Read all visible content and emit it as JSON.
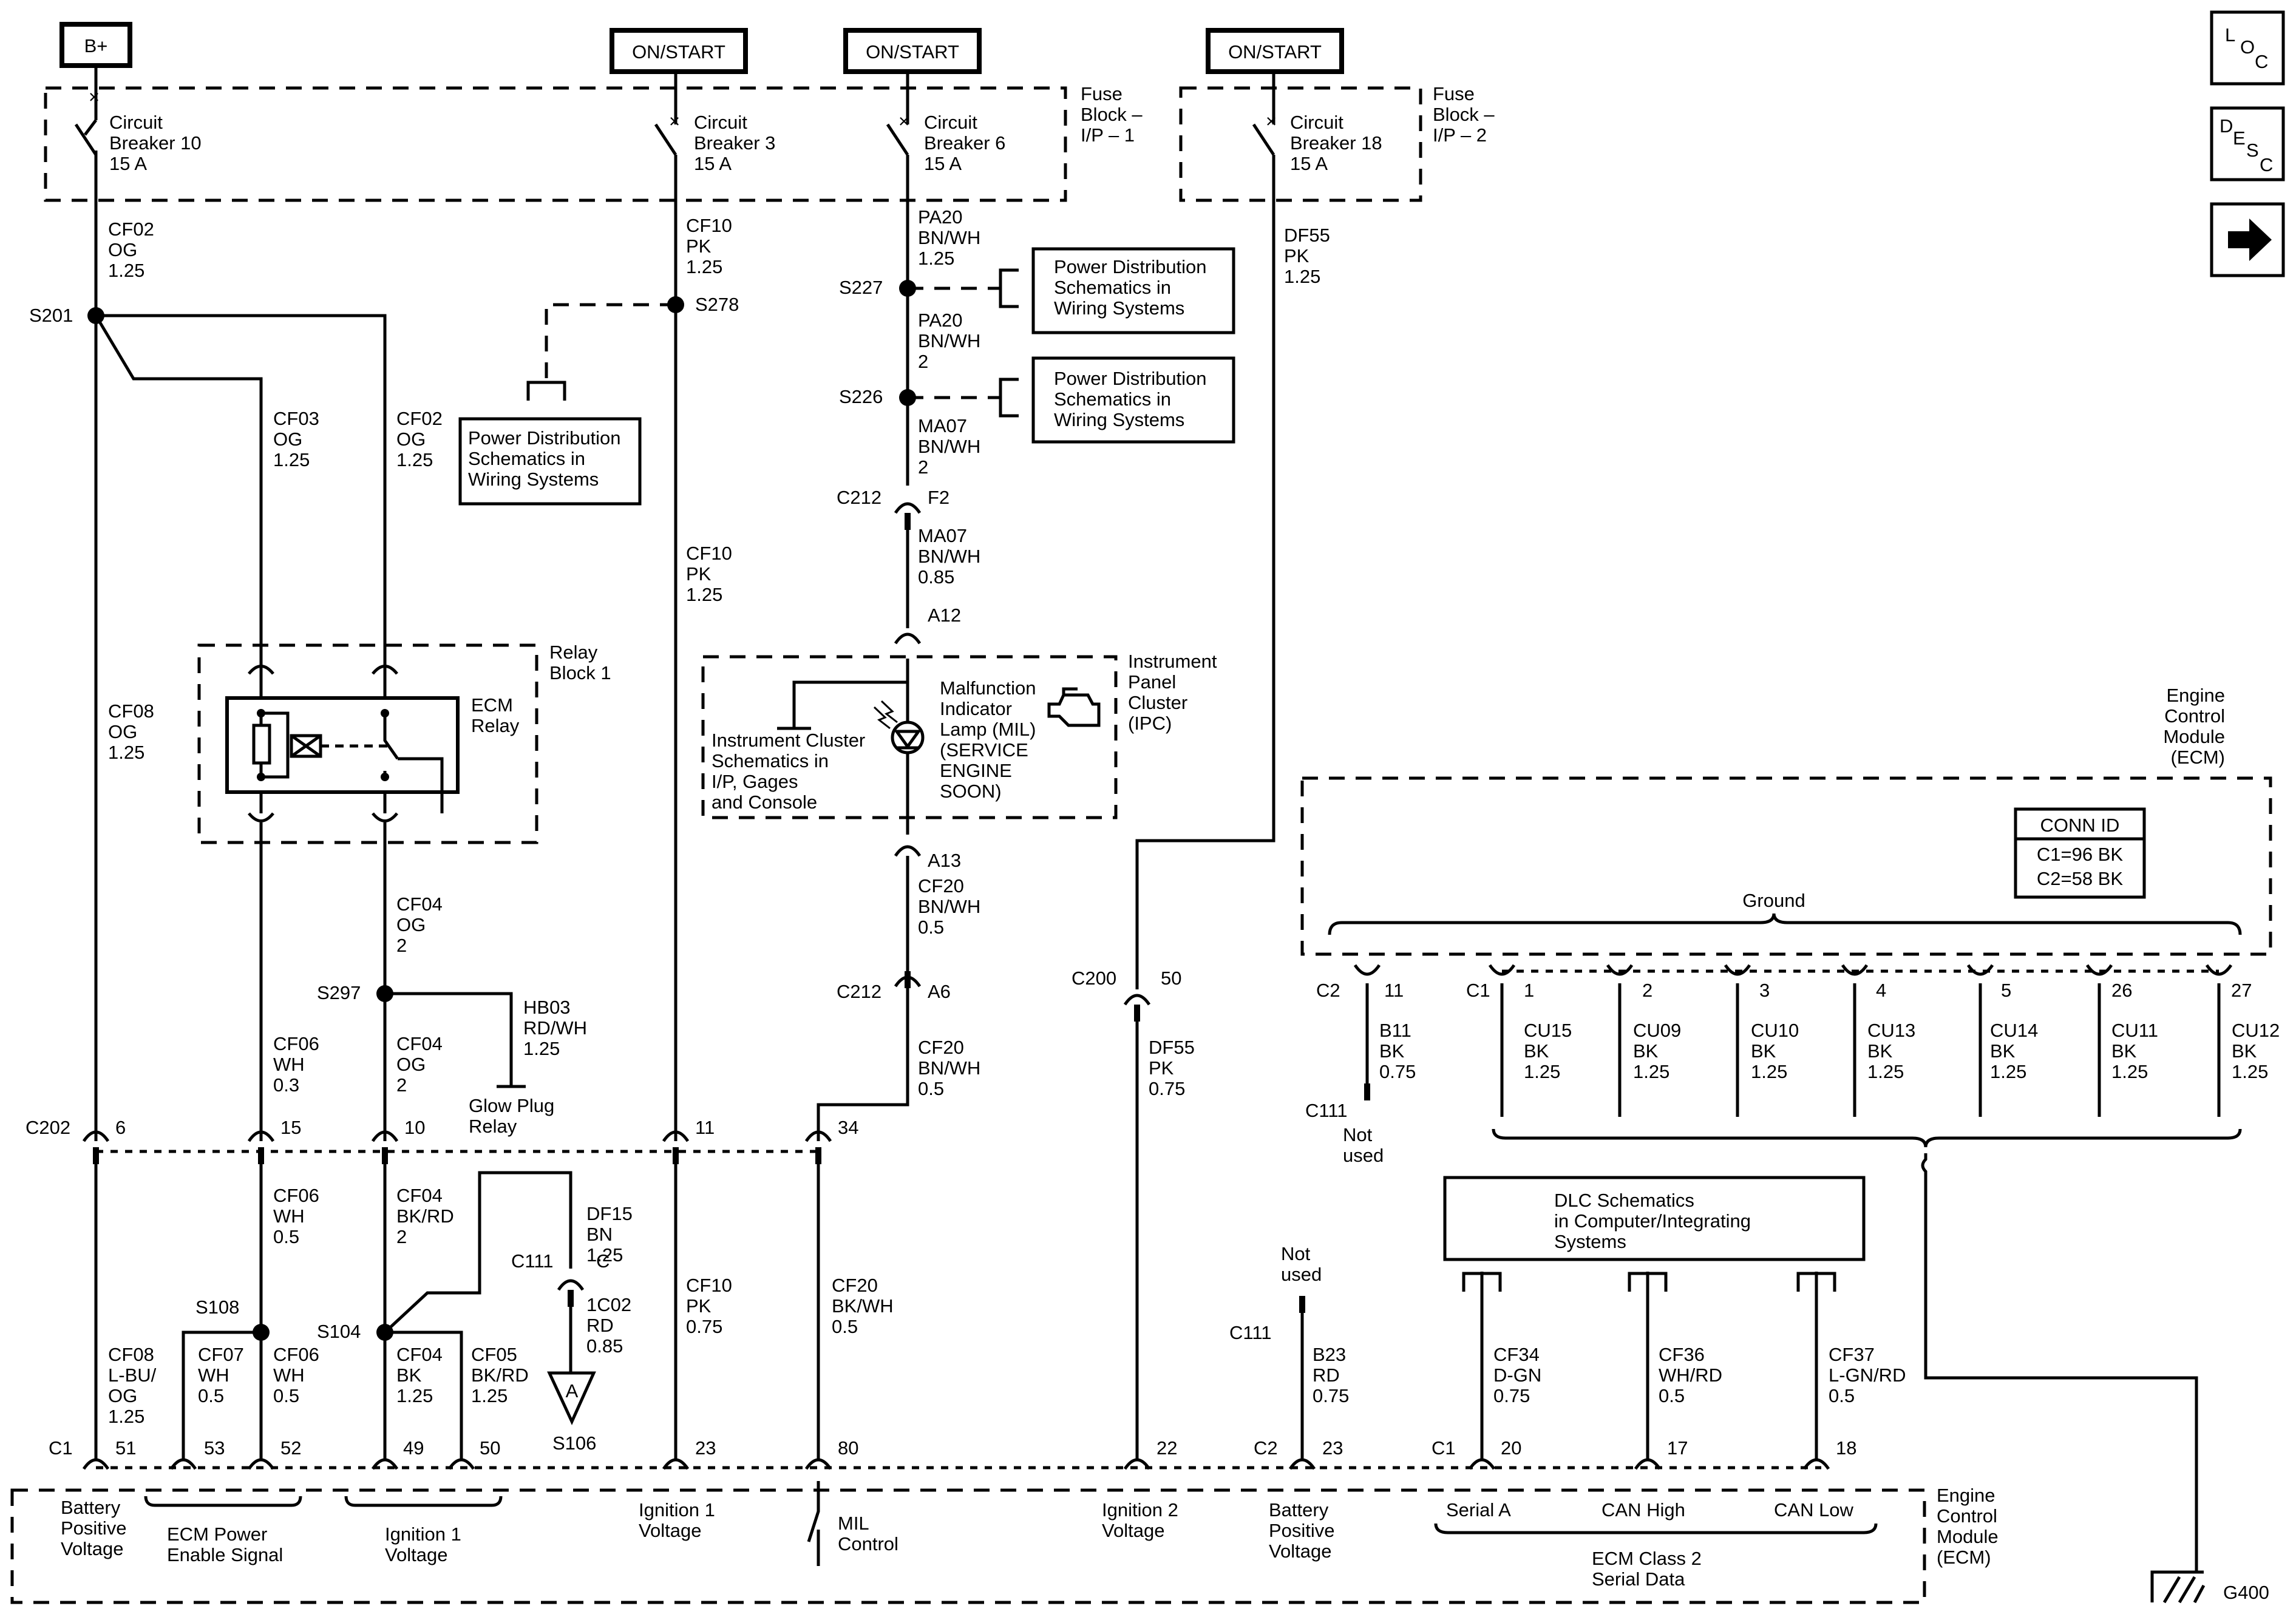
{
  "supply_badges": {
    "b_plus": "B+",
    "on_start_1": "ON/START",
    "on_start_2": "ON/START",
    "on_start_3": "ON/START"
  },
  "nav": {
    "loc_l": "L",
    "loc_o": "O",
    "loc_c": "C",
    "desc_d": "D",
    "desc_e": "E",
    "desc_s": "S",
    "desc_c": "C",
    "next_icon": "arrow-right-icon"
  },
  "fuse_blocks": {
    "ip1": [
      "Fuse",
      "Block –",
      "I/P – 1"
    ],
    "ip2": [
      "Fuse",
      "Block –",
      "I/P – 2"
    ]
  },
  "breakers": {
    "cb10": [
      "Circuit",
      "Breaker 10",
      "15 A"
    ],
    "cb3": [
      "Circuit",
      "Breaker 3",
      "15 A"
    ],
    "cb6": [
      "Circuit",
      "Breaker 6",
      "15 A"
    ],
    "cb18": [
      "Circuit",
      "Breaker 18",
      "15 A"
    ]
  },
  "wires": {
    "cf02_a": [
      "CF02",
      "OG",
      "1.25"
    ],
    "cf03": [
      "CF03",
      "OG",
      "1.25"
    ],
    "cf02_b": [
      "CF02",
      "OG",
      "1.25"
    ],
    "cf08_a": [
      "CF08",
      "OG",
      "1.25"
    ],
    "cf10_a": [
      "CF10",
      "PK",
      "1.25"
    ],
    "cf10_b": [
      "CF10",
      "PK",
      "1.25"
    ],
    "pa20_a": [
      "PA20",
      "BN/WH",
      "1.25"
    ],
    "pa20_b": [
      "PA20",
      "BN/WH",
      "2"
    ],
    "ma07_a": [
      "MA07",
      "BN/WH",
      "2"
    ],
    "ma07_b": [
      "MA07",
      "BN/WH",
      "0.85"
    ],
    "df55_a": [
      "DF55",
      "PK",
      "1.25"
    ],
    "cf04_a": [
      "CF04",
      "OG",
      "2"
    ],
    "cf06_a": [
      "CF06",
      "WH",
      "0.3"
    ],
    "cf04_b": [
      "CF04",
      "OG",
      "2"
    ],
    "hb03": [
      "HB03",
      "RD/WH",
      "1.25"
    ],
    "cf20_a": [
      "CF20",
      "BN/WH",
      "0.5"
    ],
    "cf20_b": [
      "CF20",
      "BN/WH",
      "0.5"
    ],
    "df55_b": [
      "DF55",
      "PK",
      "0.75"
    ],
    "b11": [
      "B11",
      "BK",
      "0.75"
    ],
    "cu15": [
      "CU15",
      "BK",
      "1.25"
    ],
    "cu09": [
      "CU09",
      "BK",
      "1.25"
    ],
    "cu10": [
      "CU10",
      "BK",
      "1.25"
    ],
    "cu13": [
      "CU13",
      "BK",
      "1.25"
    ],
    "cu14": [
      "CU14",
      "BK",
      "1.25"
    ],
    "cu11": [
      "CU11",
      "BK",
      "1.25"
    ],
    "cu12": [
      "CU12",
      "BK",
      "1.25"
    ],
    "cf06_b": [
      "CF06",
      "WH",
      "0.5"
    ],
    "cf04_c": [
      "CF04",
      "BK/RD",
      "2"
    ],
    "df15": [
      "DF15",
      "BN",
      "1.25"
    ],
    "c02_1": [
      "1C02",
      "RD",
      "0.85"
    ],
    "cf10_c": [
      "CF10",
      "PK",
      "0.75"
    ],
    "cf20_c": [
      "CF20",
      "BK/WH",
      "0.5"
    ],
    "cf08_b": [
      "CF08",
      "L-BU/",
      "OG",
      "1.25"
    ],
    "cf07": [
      "CF07",
      "WH",
      "0.5"
    ],
    "cf06_c": [
      "CF06",
      "WH",
      "0.5"
    ],
    "cf04_d": [
      "CF04",
      "BK",
      "1.25"
    ],
    "cf05": [
      "CF05",
      "BK/RD",
      "1.25"
    ],
    "b23": [
      "B23",
      "RD",
      "0.75"
    ],
    "cf34": [
      "CF34",
      "D-GN",
      "0.75"
    ],
    "cf36": [
      "CF36",
      "WH/RD",
      "0.5"
    ],
    "cf37": [
      "CF37",
      "L-GN/RD",
      "0.5"
    ]
  },
  "splices": {
    "s201": "S201",
    "s278": "S278",
    "s227": "S227",
    "s226": "S226",
    "s297": "S297",
    "s108": "S108",
    "s104": "S104",
    "s106": "S106"
  },
  "connectors": {
    "c212_f2": "C212",
    "f2": "F2",
    "a12": "A12",
    "a13": "A13",
    "c212_a6": "C212",
    "a6": "A6",
    "c200": "C200",
    "c200_pin": "50",
    "c202": "C202",
    "c202_pins": [
      "6",
      "15",
      "10",
      "11",
      "34"
    ],
    "c111_c": "C111",
    "c111_c_pin": "C",
    "c2_top": "C2",
    "c2_top_pin": "11",
    "c111_top": "C111",
    "c1_top": "C1",
    "c1_top_pins": [
      "1",
      "2",
      "3",
      "4",
      "5",
      "26",
      "27"
    ],
    "c111_bot": "C111",
    "c1_bot": "C1",
    "c1_bot_pins": [
      "51",
      "53",
      "52",
      "49",
      "50",
      "23",
      "80",
      "22"
    ],
    "c2_bot": "C2",
    "c2_bot_pin": "23",
    "c1_bot2": "C1",
    "c1_bot2_pins": [
      "20",
      "17",
      "18"
    ],
    "ref_a": "A"
  },
  "refs": {
    "power_dist_1": [
      "Power Distribution",
      "Schematics in",
      "Wiring Systems"
    ],
    "power_dist_2": [
      "Power Distribution",
      "Schematics in",
      "Wiring Systems"
    ],
    "power_dist_3": [
      "Power Distribution",
      "Schematics in",
      "Wiring Systems"
    ],
    "dlc": [
      "DLC Schematics",
      "in Computer/Integrating",
      "Systems"
    ],
    "inst_cluster": [
      "Instrument Cluster",
      "Schematics in",
      "I/P, Gages",
      "and Console"
    ]
  },
  "components": {
    "relay_block": [
      "Relay",
      "Block 1"
    ],
    "ecm_relay": [
      "ECM",
      "Relay"
    ],
    "glow_plug": [
      "Glow Plug",
      "Relay"
    ],
    "mil": [
      "Malfunction",
      "Indicator",
      "Lamp (MIL)",
      "(SERVICE",
      "ENGINE",
      "SOON)"
    ],
    "ipc": [
      "Instrument",
      "Panel",
      "Cluster",
      "(IPC)"
    ],
    "ecm_top": [
      "Engine",
      "Control",
      "Module",
      "(ECM)"
    ],
    "ecm_bottom": [
      "Engine",
      "Control",
      "Module",
      "(ECM)"
    ],
    "conn_id_title": "CONN ID",
    "conn_id_c1": "C1=96 BK",
    "conn_id_c2": "C2=58 BK",
    "ground": "Ground",
    "not_used_1": [
      "Not",
      "used"
    ],
    "not_used_2": [
      "Not",
      "used"
    ],
    "g400": "G400"
  },
  "ecm_pins": {
    "bat_pos_1": [
      "Battery",
      "Positive",
      "Voltage"
    ],
    "ecm_power": [
      "ECM Power",
      "Enable Signal"
    ],
    "ign1_a": [
      "Ignition 1",
      "Voltage"
    ],
    "ign1_b": [
      "Ignition 1",
      "Voltage"
    ],
    "mil_control": [
      "MIL",
      "Control"
    ],
    "ign2": [
      "Ignition 2",
      "Voltage"
    ],
    "bat_pos_2": [
      "Battery",
      "Positive",
      "Voltage"
    ],
    "serial_a": "Serial A",
    "can_high": "CAN High",
    "can_low": "CAN Low",
    "class2": [
      "ECM Class 2",
      "Serial Data"
    ]
  }
}
